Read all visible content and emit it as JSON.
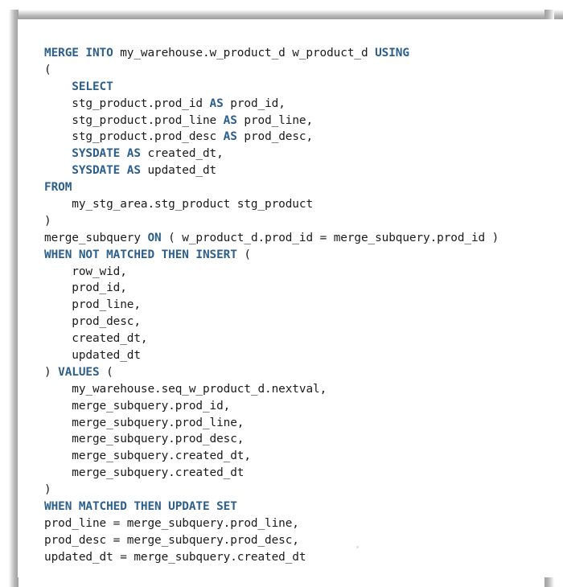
{
  "panel": {
    "title": "SQL MERGE statement code listing",
    "background_color": "#ffffff",
    "border_color": "#a8a8a8",
    "keyword_color": "#2d5f8b",
    "text_color": "#1b1b1b"
  },
  "code": {
    "language": "sql",
    "keywords": [
      "MERGE",
      "INTO",
      "USING",
      "SELECT",
      "AS",
      "SYSDATE",
      "FROM",
      "ON",
      "WHEN",
      "NOT",
      "MATCHED",
      "THEN",
      "INSERT",
      "VALUES",
      "UPDATE",
      "SET"
    ],
    "full_text": "MERGE INTO my_warehouse.w_product_d w_product_d USING\n(\n    SELECT\n    stg_product.prod_id AS prod_id,\n    stg_product.prod_line AS prod_line,\n    stg_product.prod_desc AS prod_desc,\n    SYSDATE AS created_dt,\n    SYSDATE AS updated_dt\nFROM\n    my_stg_area.stg_product stg_product\n)\nmerge_subquery ON ( w_product_d.prod_id = merge_subquery.prod_id )\nWHEN NOT MATCHED THEN INSERT (\n    row_wid,\n    prod_id,\n    prod_line,\n    prod_desc,\n    created_dt,\n    updated_dt\n) VALUES (\n    my_warehouse.seq_w_product_d.nextval,\n    merge_subquery.prod_id,\n    merge_subquery.prod_line,\n    merge_subquery.prod_desc,\n    merge_subquery.created_dt,\n    merge_subquery.created_dt\n)\nWHEN MATCHED THEN UPDATE SET\nprod_line = merge_subquery.prod_line,\nprod_desc = merge_subquery.prod_desc,\nupdated_dt = merge_subquery.created_dt",
    "lines": [
      {
        "n": 1,
        "indent": 0,
        "tokens": [
          {
            "t": "MERGE INTO",
            "k": true
          },
          {
            "t": " my_warehouse.w_product_d w_product_d ",
            "k": false
          },
          {
            "t": "USING",
            "k": true
          }
        ]
      },
      {
        "n": 2,
        "indent": 0,
        "tokens": [
          {
            "t": "(",
            "k": false
          }
        ]
      },
      {
        "n": 3,
        "indent": 4,
        "tokens": [
          {
            "t": "SELECT",
            "k": true
          }
        ]
      },
      {
        "n": 4,
        "indent": 4,
        "tokens": [
          {
            "t": "stg_product.prod_id ",
            "k": false
          },
          {
            "t": "AS",
            "k": true
          },
          {
            "t": " prod_id,",
            "k": false
          }
        ]
      },
      {
        "n": 5,
        "indent": 4,
        "tokens": [
          {
            "t": "stg_product.prod_line ",
            "k": false
          },
          {
            "t": "AS",
            "k": true
          },
          {
            "t": " prod_line,",
            "k": false
          }
        ]
      },
      {
        "n": 6,
        "indent": 4,
        "tokens": [
          {
            "t": "stg_product.prod_desc ",
            "k": false
          },
          {
            "t": "AS",
            "k": true
          },
          {
            "t": " prod_desc,",
            "k": false
          }
        ]
      },
      {
        "n": 7,
        "indent": 4,
        "tokens": [
          {
            "t": "SYSDATE AS",
            "k": true
          },
          {
            "t": " created_dt,",
            "k": false
          }
        ]
      },
      {
        "n": 8,
        "indent": 4,
        "tokens": [
          {
            "t": "SYSDATE AS",
            "k": true
          },
          {
            "t": " updated_dt",
            "k": false
          }
        ]
      },
      {
        "n": 9,
        "indent": 0,
        "tokens": [
          {
            "t": "FROM",
            "k": true
          }
        ]
      },
      {
        "n": 10,
        "indent": 4,
        "tokens": [
          {
            "t": "my_stg_area.stg_product stg_product",
            "k": false
          }
        ]
      },
      {
        "n": 11,
        "indent": 0,
        "tokens": [
          {
            "t": ")",
            "k": false
          }
        ]
      },
      {
        "n": 12,
        "indent": 0,
        "tokens": [
          {
            "t": "merge_subquery ",
            "k": false
          },
          {
            "t": "ON",
            "k": true
          },
          {
            "t": " ( w_product_d.prod_id = merge_subquery.prod_id )",
            "k": false
          }
        ]
      },
      {
        "n": 13,
        "indent": 0,
        "tokens": [
          {
            "t": "WHEN NOT MATCHED THEN INSERT",
            "k": true
          },
          {
            "t": " (",
            "k": false
          }
        ]
      },
      {
        "n": 14,
        "indent": 4,
        "tokens": [
          {
            "t": "row_wid,",
            "k": false
          }
        ]
      },
      {
        "n": 15,
        "indent": 4,
        "tokens": [
          {
            "t": "prod_id,",
            "k": false
          }
        ]
      },
      {
        "n": 16,
        "indent": 4,
        "tokens": [
          {
            "t": "prod_line,",
            "k": false
          }
        ]
      },
      {
        "n": 17,
        "indent": 4,
        "tokens": [
          {
            "t": "prod_desc,",
            "k": false
          }
        ]
      },
      {
        "n": 18,
        "indent": 4,
        "tokens": [
          {
            "t": "created_dt,",
            "k": false
          }
        ]
      },
      {
        "n": 19,
        "indent": 4,
        "tokens": [
          {
            "t": "updated_dt",
            "k": false
          }
        ]
      },
      {
        "n": 20,
        "indent": 0,
        "tokens": [
          {
            "t": ") ",
            "k": false
          },
          {
            "t": "VALUES",
            "k": true
          },
          {
            "t": " (",
            "k": false
          }
        ]
      },
      {
        "n": 21,
        "indent": 4,
        "tokens": [
          {
            "t": "my_warehouse.seq_w_product_d.nextval,",
            "k": false
          }
        ]
      },
      {
        "n": 22,
        "indent": 4,
        "tokens": [
          {
            "t": "merge_subquery.prod_id,",
            "k": false
          }
        ]
      },
      {
        "n": 23,
        "indent": 4,
        "tokens": [
          {
            "t": "merge_subquery.prod_line,",
            "k": false
          }
        ]
      },
      {
        "n": 24,
        "indent": 4,
        "tokens": [
          {
            "t": "merge_subquery.prod_desc,",
            "k": false
          }
        ]
      },
      {
        "n": 25,
        "indent": 4,
        "tokens": [
          {
            "t": "merge_subquery.created_dt,",
            "k": false
          }
        ]
      },
      {
        "n": 26,
        "indent": 4,
        "tokens": [
          {
            "t": "merge_subquery.created_dt",
            "k": false
          }
        ]
      },
      {
        "n": 27,
        "indent": 0,
        "tokens": [
          {
            "t": ")",
            "k": false
          }
        ]
      },
      {
        "n": 28,
        "indent": 0,
        "tokens": [
          {
            "t": "WHEN MATCHED THEN UPDATE SET",
            "k": true
          }
        ]
      },
      {
        "n": 29,
        "indent": 0,
        "tokens": [
          {
            "t": "prod_line = merge_subquery.prod_line,",
            "k": false
          }
        ]
      },
      {
        "n": 30,
        "indent": 0,
        "tokens": [
          {
            "t": "prod_desc = merge_subquery.prod_desc,",
            "k": false
          }
        ]
      },
      {
        "n": 31,
        "indent": 0,
        "tokens": [
          {
            "t": "updated_dt = merge_subquery.created_dt",
            "k": false
          }
        ]
      }
    ]
  }
}
